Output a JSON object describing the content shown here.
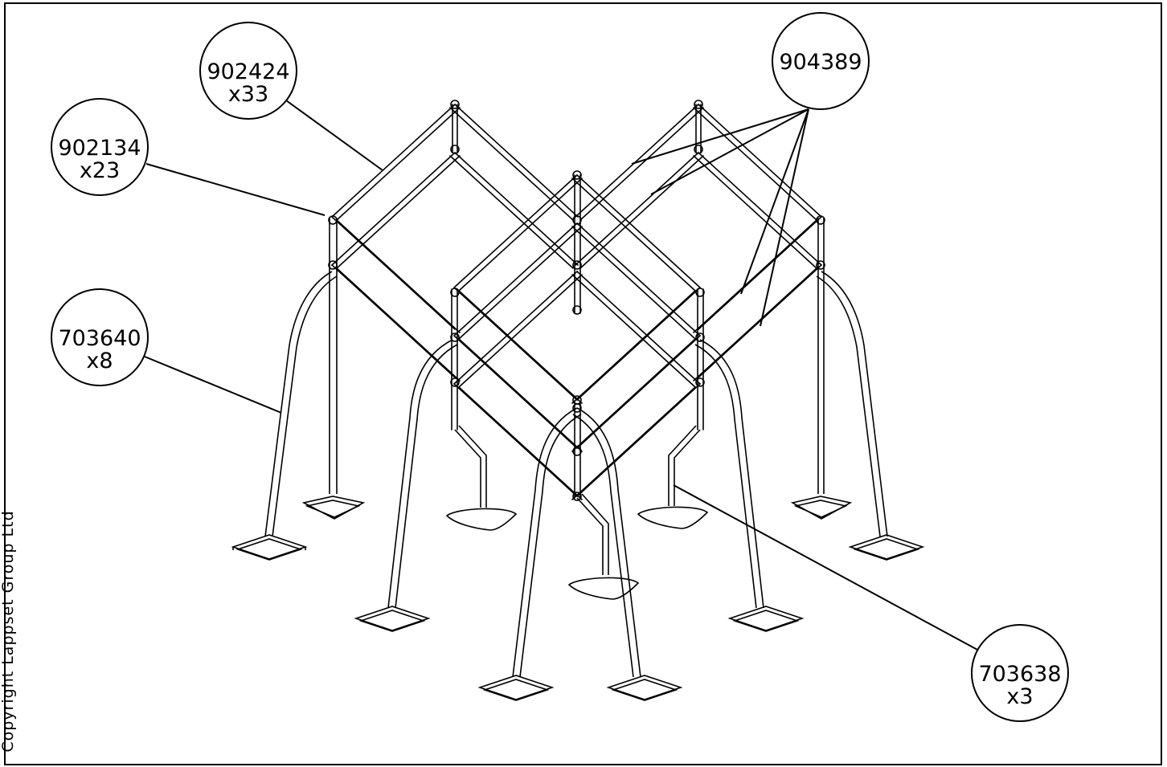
{
  "callouts": [
    {
      "id": "c1",
      "part": "902424",
      "qty": "x33"
    },
    {
      "id": "c2",
      "part": "902134",
      "qty": "x23"
    },
    {
      "id": "c3",
      "part": "703640",
      "qty": "x8"
    },
    {
      "id": "c4",
      "part": "904389",
      "qty": ""
    },
    {
      "id": "c5",
      "part": "703638",
      "qty": "x3"
    }
  ],
  "copyright": "Copyright  Lappset  Group  Ltd"
}
